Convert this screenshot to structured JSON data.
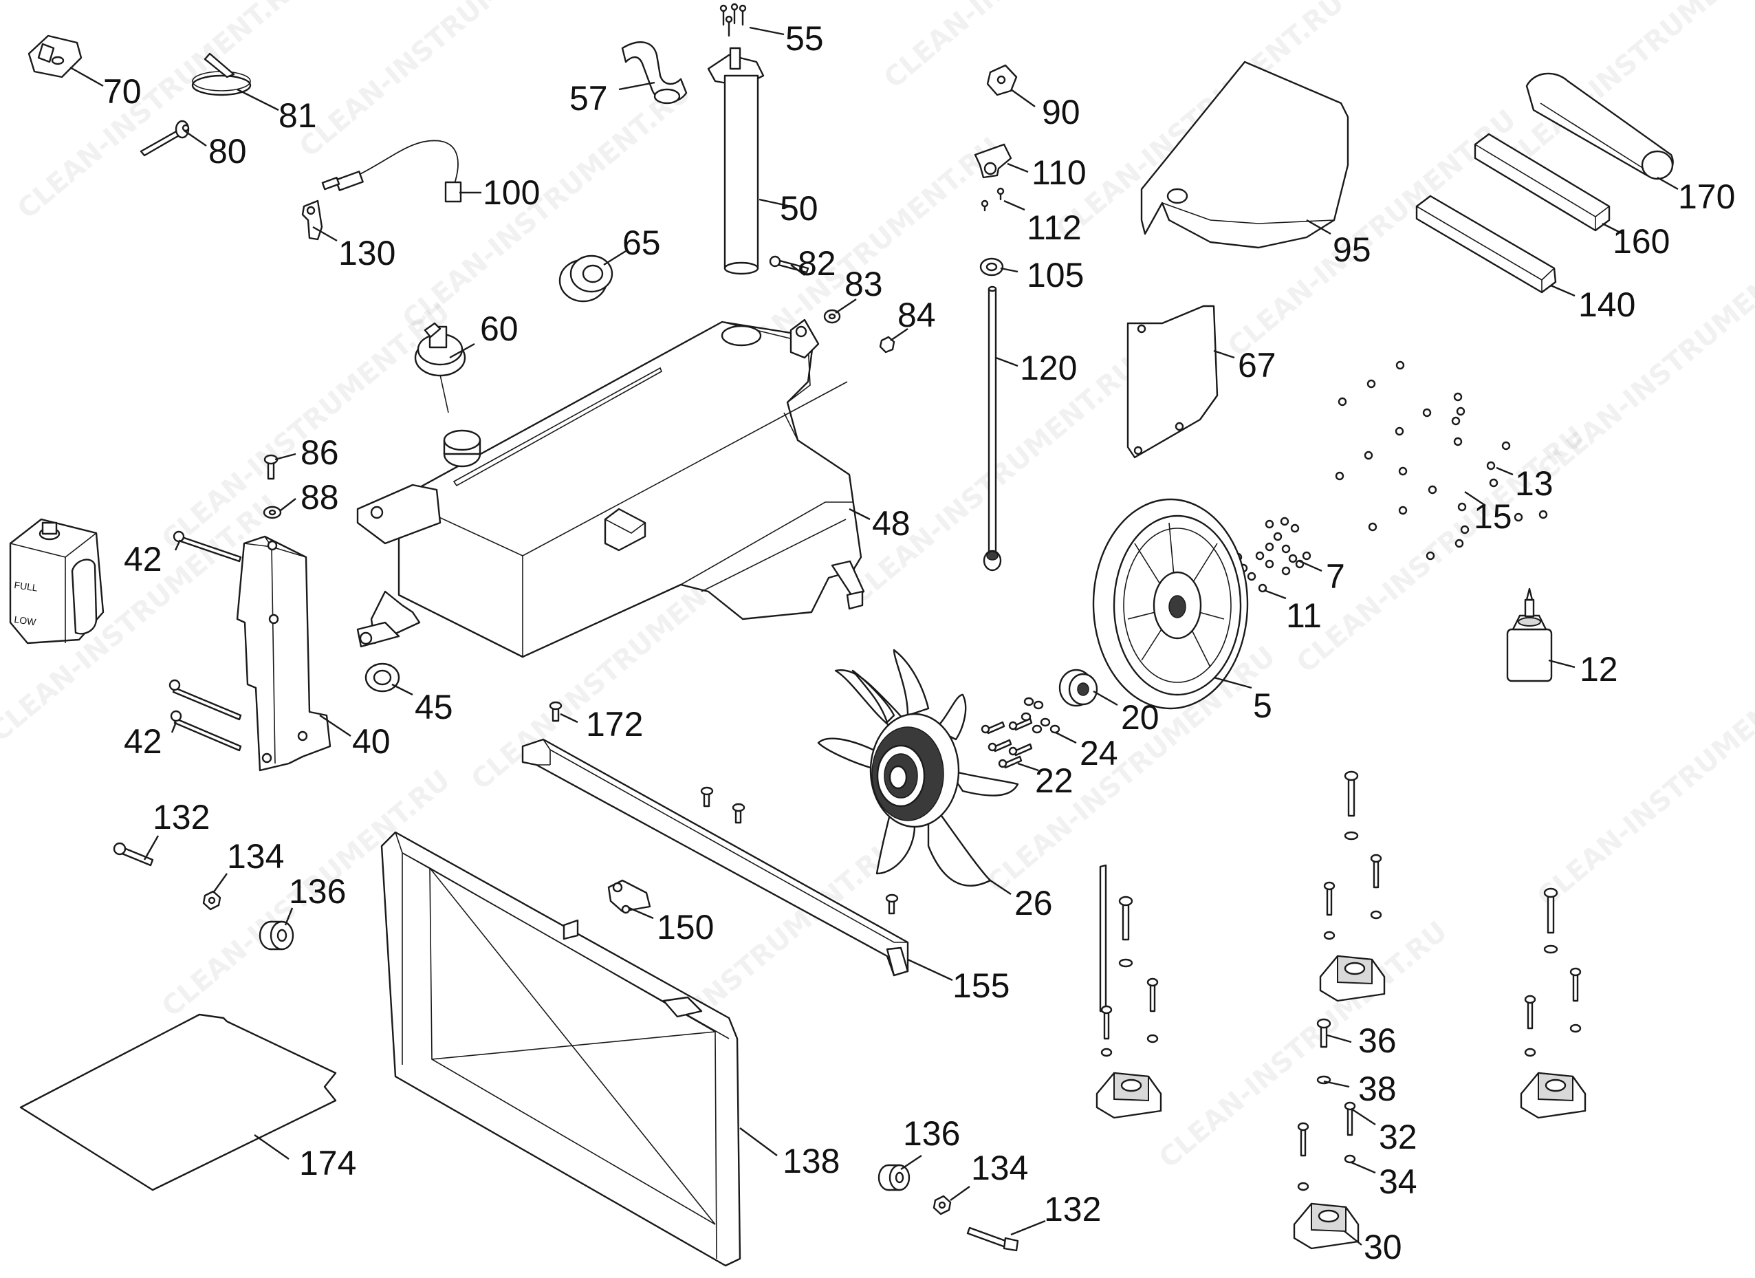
{
  "watermark": {
    "text": "CLEAN-INSTRUMENT.RU"
  },
  "callouts": [
    {
      "id": "5",
      "text": "5"
    },
    {
      "id": "7",
      "text": "7"
    },
    {
      "id": "11",
      "text": "11"
    },
    {
      "id": "12",
      "text": "12"
    },
    {
      "id": "13",
      "text": "13"
    },
    {
      "id": "15",
      "text": "15"
    },
    {
      "id": "20",
      "text": "20"
    },
    {
      "id": "22",
      "text": "22"
    },
    {
      "id": "24",
      "text": "24"
    },
    {
      "id": "26",
      "text": "26"
    },
    {
      "id": "30",
      "text": "30"
    },
    {
      "id": "32",
      "text": "32"
    },
    {
      "id": "34",
      "text": "34"
    },
    {
      "id": "36",
      "text": "36"
    },
    {
      "id": "38",
      "text": "38"
    },
    {
      "id": "40",
      "text": "40"
    },
    {
      "id": "42a",
      "text": "42"
    },
    {
      "id": "42b",
      "text": "42"
    },
    {
      "id": "45",
      "text": "45"
    },
    {
      "id": "48",
      "text": "48"
    },
    {
      "id": "50",
      "text": "50"
    },
    {
      "id": "55",
      "text": "55"
    },
    {
      "id": "57",
      "text": "57"
    },
    {
      "id": "60",
      "text": "60"
    },
    {
      "id": "65",
      "text": "65"
    },
    {
      "id": "67",
      "text": "67"
    },
    {
      "id": "70",
      "text": "70"
    },
    {
      "id": "80",
      "text": "80"
    },
    {
      "id": "81",
      "text": "81"
    },
    {
      "id": "82",
      "text": "82"
    },
    {
      "id": "83",
      "text": "83"
    },
    {
      "id": "84",
      "text": "84"
    },
    {
      "id": "86",
      "text": "86"
    },
    {
      "id": "88",
      "text": "88"
    },
    {
      "id": "90",
      "text": "90"
    },
    {
      "id": "95",
      "text": "95"
    },
    {
      "id": "100",
      "text": "100"
    },
    {
      "id": "105",
      "text": "105"
    },
    {
      "id": "110",
      "text": "110"
    },
    {
      "id": "112",
      "text": "112"
    },
    {
      "id": "120",
      "text": "120"
    },
    {
      "id": "130",
      "text": "130"
    },
    {
      "id": "132a",
      "text": "132"
    },
    {
      "id": "132b",
      "text": "132"
    },
    {
      "id": "134a",
      "text": "134"
    },
    {
      "id": "134b",
      "text": "134"
    },
    {
      "id": "136a",
      "text": "136"
    },
    {
      "id": "136b",
      "text": "136"
    },
    {
      "id": "138",
      "text": "138"
    },
    {
      "id": "140",
      "text": "140"
    },
    {
      "id": "150",
      "text": "150"
    },
    {
      "id": "155",
      "text": "155"
    },
    {
      "id": "160",
      "text": "160"
    },
    {
      "id": "170",
      "text": "170"
    },
    {
      "id": "172",
      "text": "172"
    },
    {
      "id": "174",
      "text": "174"
    }
  ],
  "container_labels": {
    "top": "FULL",
    "bottom": "LOW"
  }
}
